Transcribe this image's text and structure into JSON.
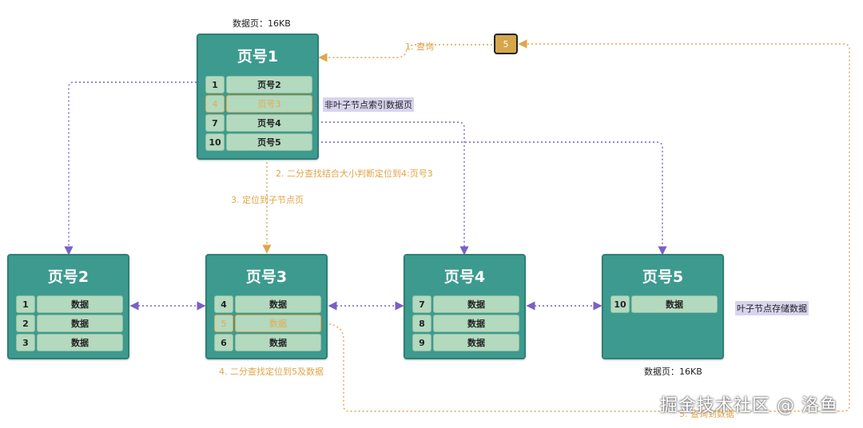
{
  "root": {
    "size_label": "数据页：16KB",
    "title": "页号1",
    "rows": [
      {
        "key": "1",
        "val": "页号2"
      },
      {
        "key": "4",
        "val": "页号3"
      },
      {
        "key": "7",
        "val": "页号4"
      },
      {
        "key": "10",
        "val": "页号5"
      }
    ]
  },
  "leaves": [
    {
      "title": "页号2",
      "rows": [
        {
          "key": "1",
          "val": "数据"
        },
        {
          "key": "2",
          "val": "数据"
        },
        {
          "key": "3",
          "val": "数据"
        }
      ]
    },
    {
      "title": "页号3",
      "rows": [
        {
          "key": "4",
          "val": "数据"
        },
        {
          "key": "5",
          "val": "数据"
        },
        {
          "key": "6",
          "val": "数据"
        }
      ]
    },
    {
      "title": "页号4",
      "rows": [
        {
          "key": "7",
          "val": "数据"
        },
        {
          "key": "8",
          "val": "数据"
        },
        {
          "key": "9",
          "val": "数据"
        }
      ]
    },
    {
      "title": "页号5",
      "rows": [
        {
          "key": "10",
          "val": "数据"
        }
      ]
    }
  ],
  "search_key": "5",
  "annotations": {
    "step1": "1. 查询",
    "step2": "2. 二分查找结合大小判断定位到4:页号3",
    "step3": "3. 定位到子节点页",
    "step4": "4. 二分查找定位到5及数据",
    "step5": "5. 查询到数据",
    "non_leaf": "非叶子节点索引数据页",
    "leaf": "叶子节点存储数据",
    "leaf_size_label": "数据页：16KB"
  },
  "watermark": "掘金技术社区 @ 洛鱼",
  "colors": {
    "page": "#3d9a8f",
    "cell": "#b3d9bf",
    "highlight": "#e0a64a",
    "pointer": "#7b5fc7",
    "tag_bg": "#d8d4ee"
  }
}
